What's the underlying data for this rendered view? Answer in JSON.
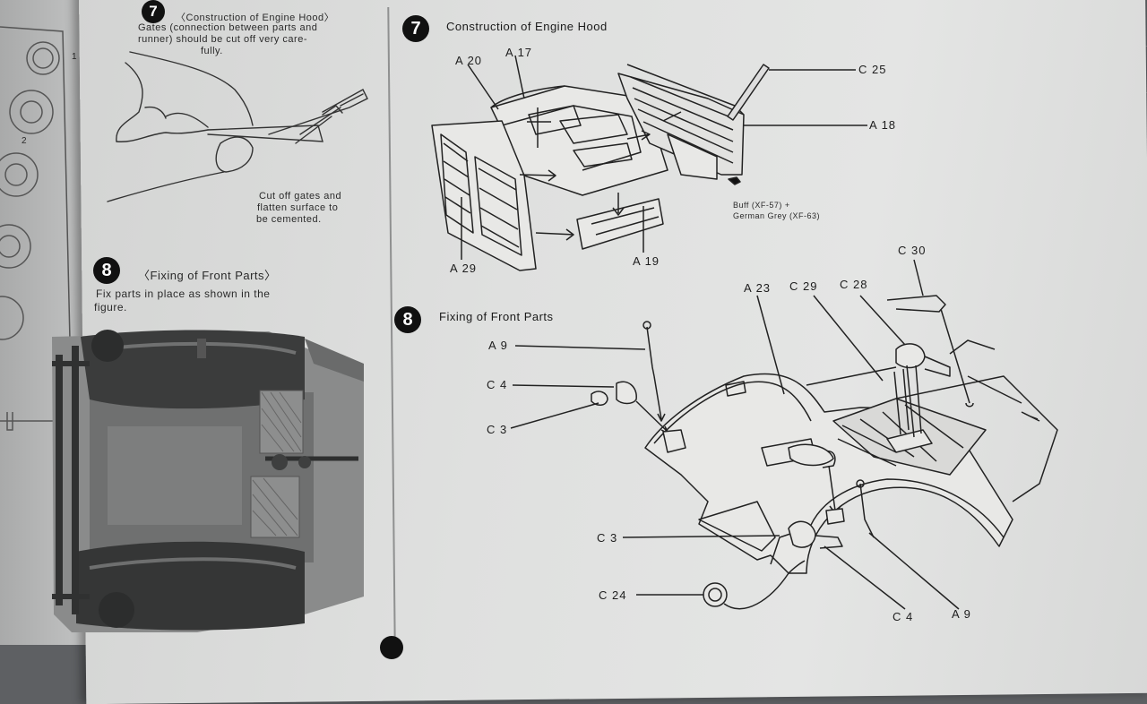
{
  "left_panel": {
    "step7": {
      "number": "7",
      "title": "〈Construction of Engine Hood〉",
      "gates_line1": "Gates (connection between parts  and",
      "gates_line2": "runner)  should be cut off very care-",
      "gates_line3": "fully.",
      "cut_line1": "Cut off gates and",
      "cut_line2": "flatten surface to",
      "cut_line3": "be cemented."
    },
    "step8": {
      "number": "8",
      "title": "〈Fixing of Front Parts〉",
      "text_line1": "Fix  parts  in  place  as  shown  in  the",
      "text_line2": "figure."
    },
    "runner_numbers": [
      "1",
      "2"
    ]
  },
  "right_panel": {
    "step7": {
      "number": "7",
      "title": "Construction of Engine Hood",
      "labels": [
        "A 20",
        "A 17",
        "C 25",
        "A 18",
        "A 29",
        "A 19"
      ],
      "paint_line1": "Buff (XF-57)  +",
      "paint_line2": "German Grey (XF-63)"
    },
    "step8": {
      "number": "8",
      "title": "Fixing of Front Parts",
      "labels": [
        "A 9",
        "C 4",
        "C 3",
        "A 23",
        "C 29",
        "C 28",
        "C 30",
        "C 3",
        "C 24",
        "C 4",
        "A 9"
      ]
    }
  },
  "colors": {
    "paper": "#e0e1e0",
    "ink": "#1a1a1a",
    "mat": "#55585b"
  }
}
